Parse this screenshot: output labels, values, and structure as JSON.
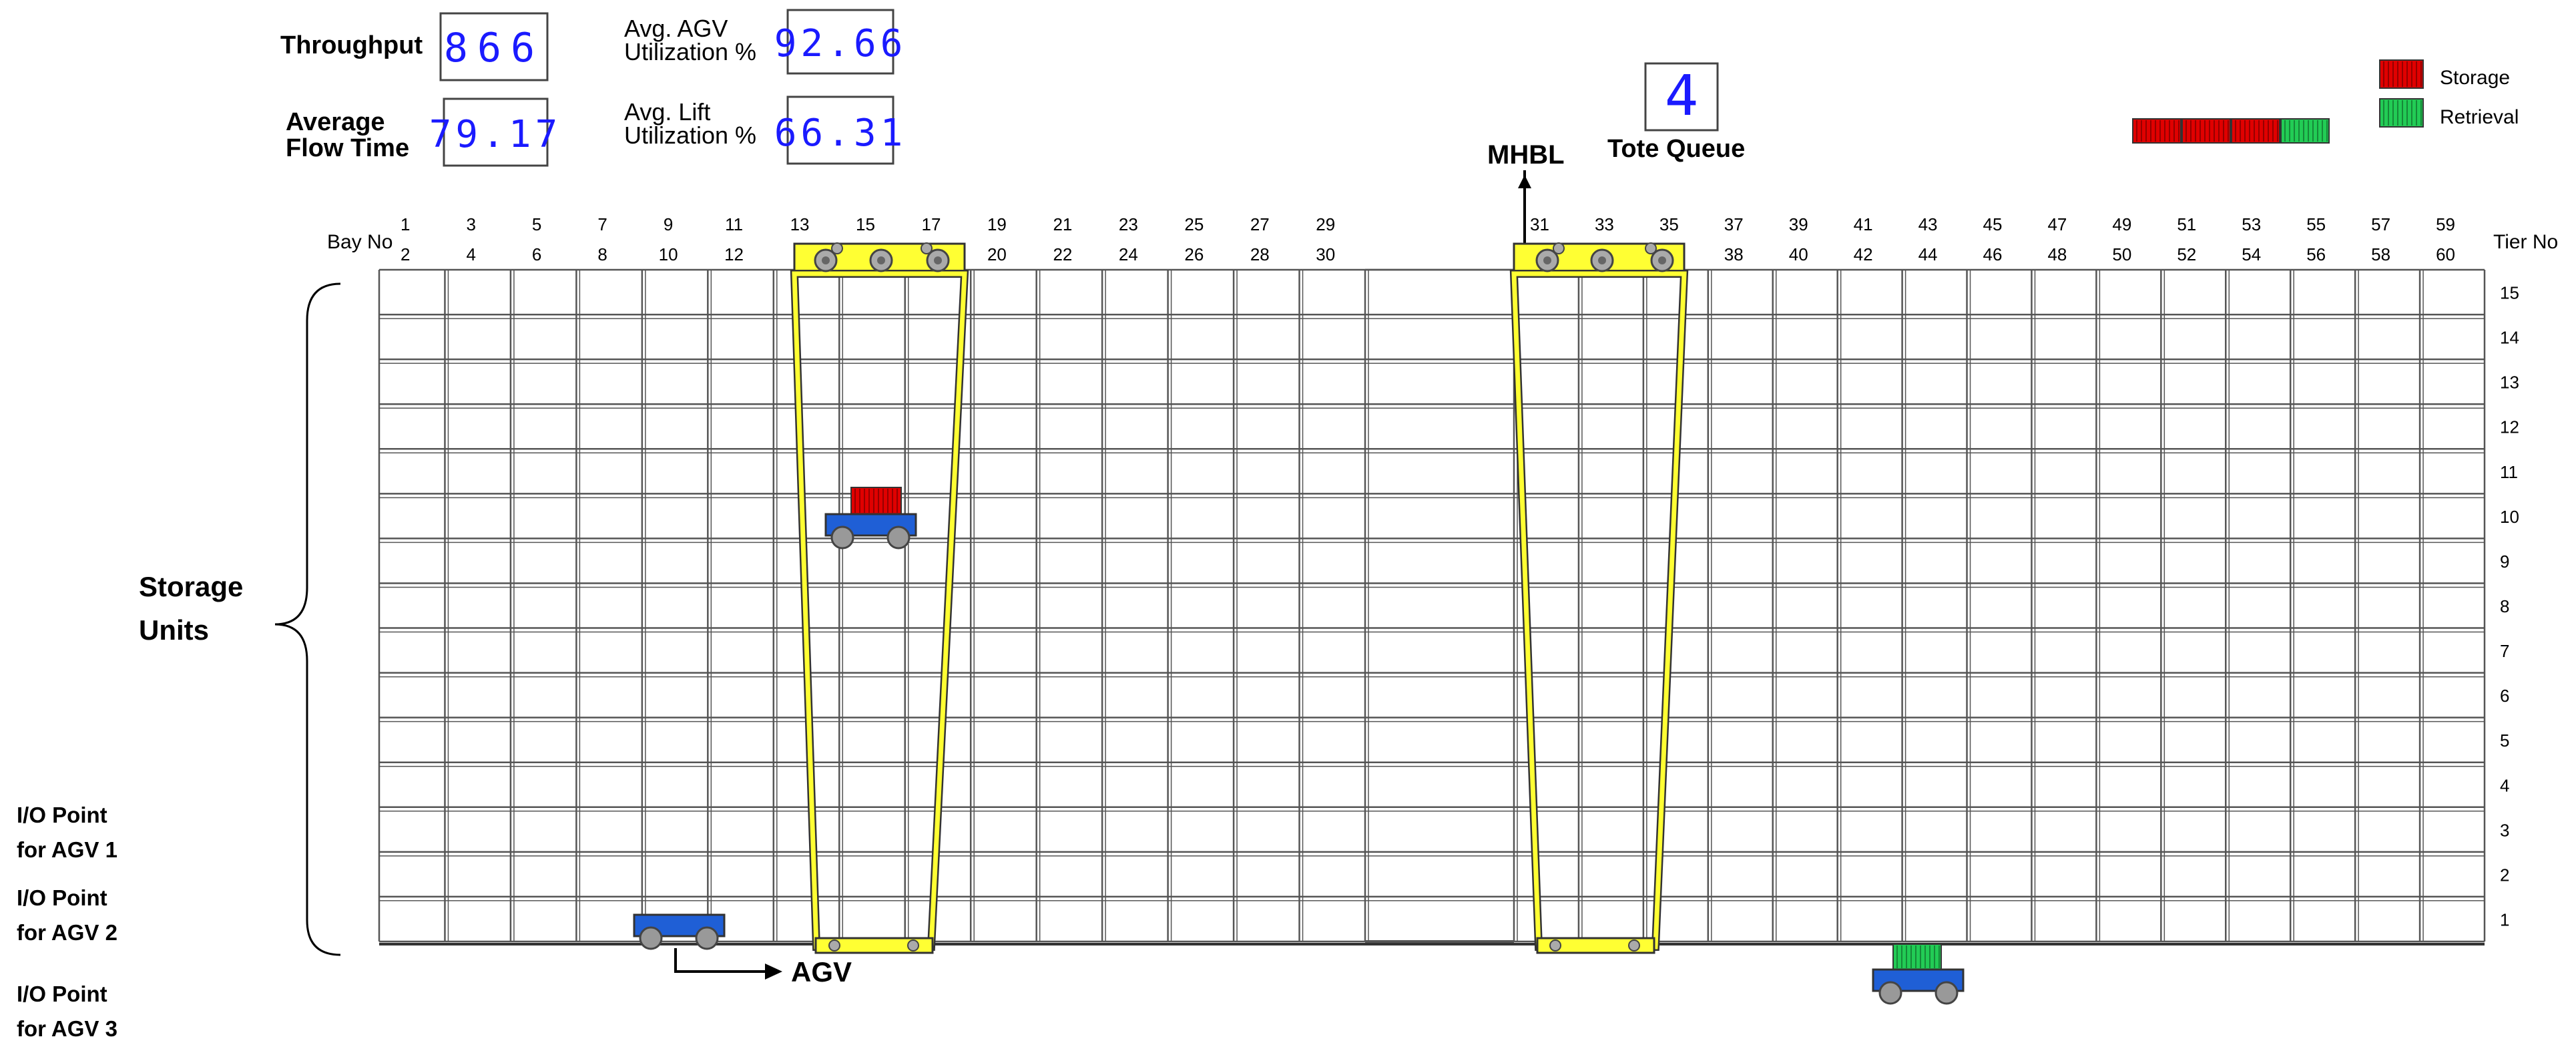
{
  "stats": {
    "throughput_label": "Throughput",
    "throughput_value": "866",
    "avg_flow_label_1": "Average",
    "avg_flow_label_2": "Flow Time",
    "avg_flow_value": "79.17",
    "agv_util_label_1": "Avg. AGV",
    "agv_util_label_2": "Utilization %",
    "agv_util_value": "92.66",
    "lift_util_label_1": "Avg. Lift",
    "lift_util_label_2": "Utilization %",
    "lift_util_value": "66.31",
    "tote_queue_value": "4",
    "tote_queue_label": "Tote Queue"
  },
  "labels": {
    "mhbl": "MHBL",
    "bay_no": "Bay No",
    "tier_no": "Tier No",
    "storage_units_1": "Storage",
    "storage_units_2": "Units",
    "agv": "AGV",
    "io1_line1": "I/O Point",
    "io1_line2": "for AGV 1",
    "io2_line1": "I/O Point",
    "io2_line2": "for AGV 2",
    "io3_line1": "I/O Point",
    "io3_line2": "for AGV 3"
  },
  "legend": [
    {
      "label": "Storage",
      "color": "#e00000"
    },
    {
      "label": "Retrieval",
      "color": "#22cc55"
    }
  ],
  "queue": [
    "storage",
    "storage",
    "storage",
    "retrieval"
  ],
  "grid": {
    "bay_odd": [
      "1",
      "3",
      "5",
      "7",
      "9",
      "11",
      "13",
      "15",
      "17",
      "19",
      "21",
      "23",
      "25",
      "27",
      "29",
      "31",
      "33",
      "35",
      "37",
      "39",
      "41",
      "43",
      "45",
      "47",
      "49",
      "51",
      "53",
      "55",
      "57",
      "59"
    ],
    "bay_even": [
      "2",
      "4",
      "6",
      "8",
      "10",
      "12",
      "",
      "",
      "",
      "20",
      "22",
      "24",
      "26",
      "28",
      "30",
      "",
      "",
      "",
      "38",
      "40",
      "42",
      "44",
      "46",
      "48",
      "50",
      "52",
      "54",
      "56",
      "58",
      "60"
    ],
    "tiers": [
      "15",
      "14",
      "13",
      "12",
      "11",
      "10",
      "9",
      "8",
      "7",
      "6",
      "5",
      "4",
      "3",
      "2",
      "1"
    ]
  },
  "colors": {
    "storage": "#e00000",
    "retrieval": "#22cc55",
    "agv": "#1f5fd6",
    "lift": "#ffff33",
    "grid": "#555555"
  }
}
